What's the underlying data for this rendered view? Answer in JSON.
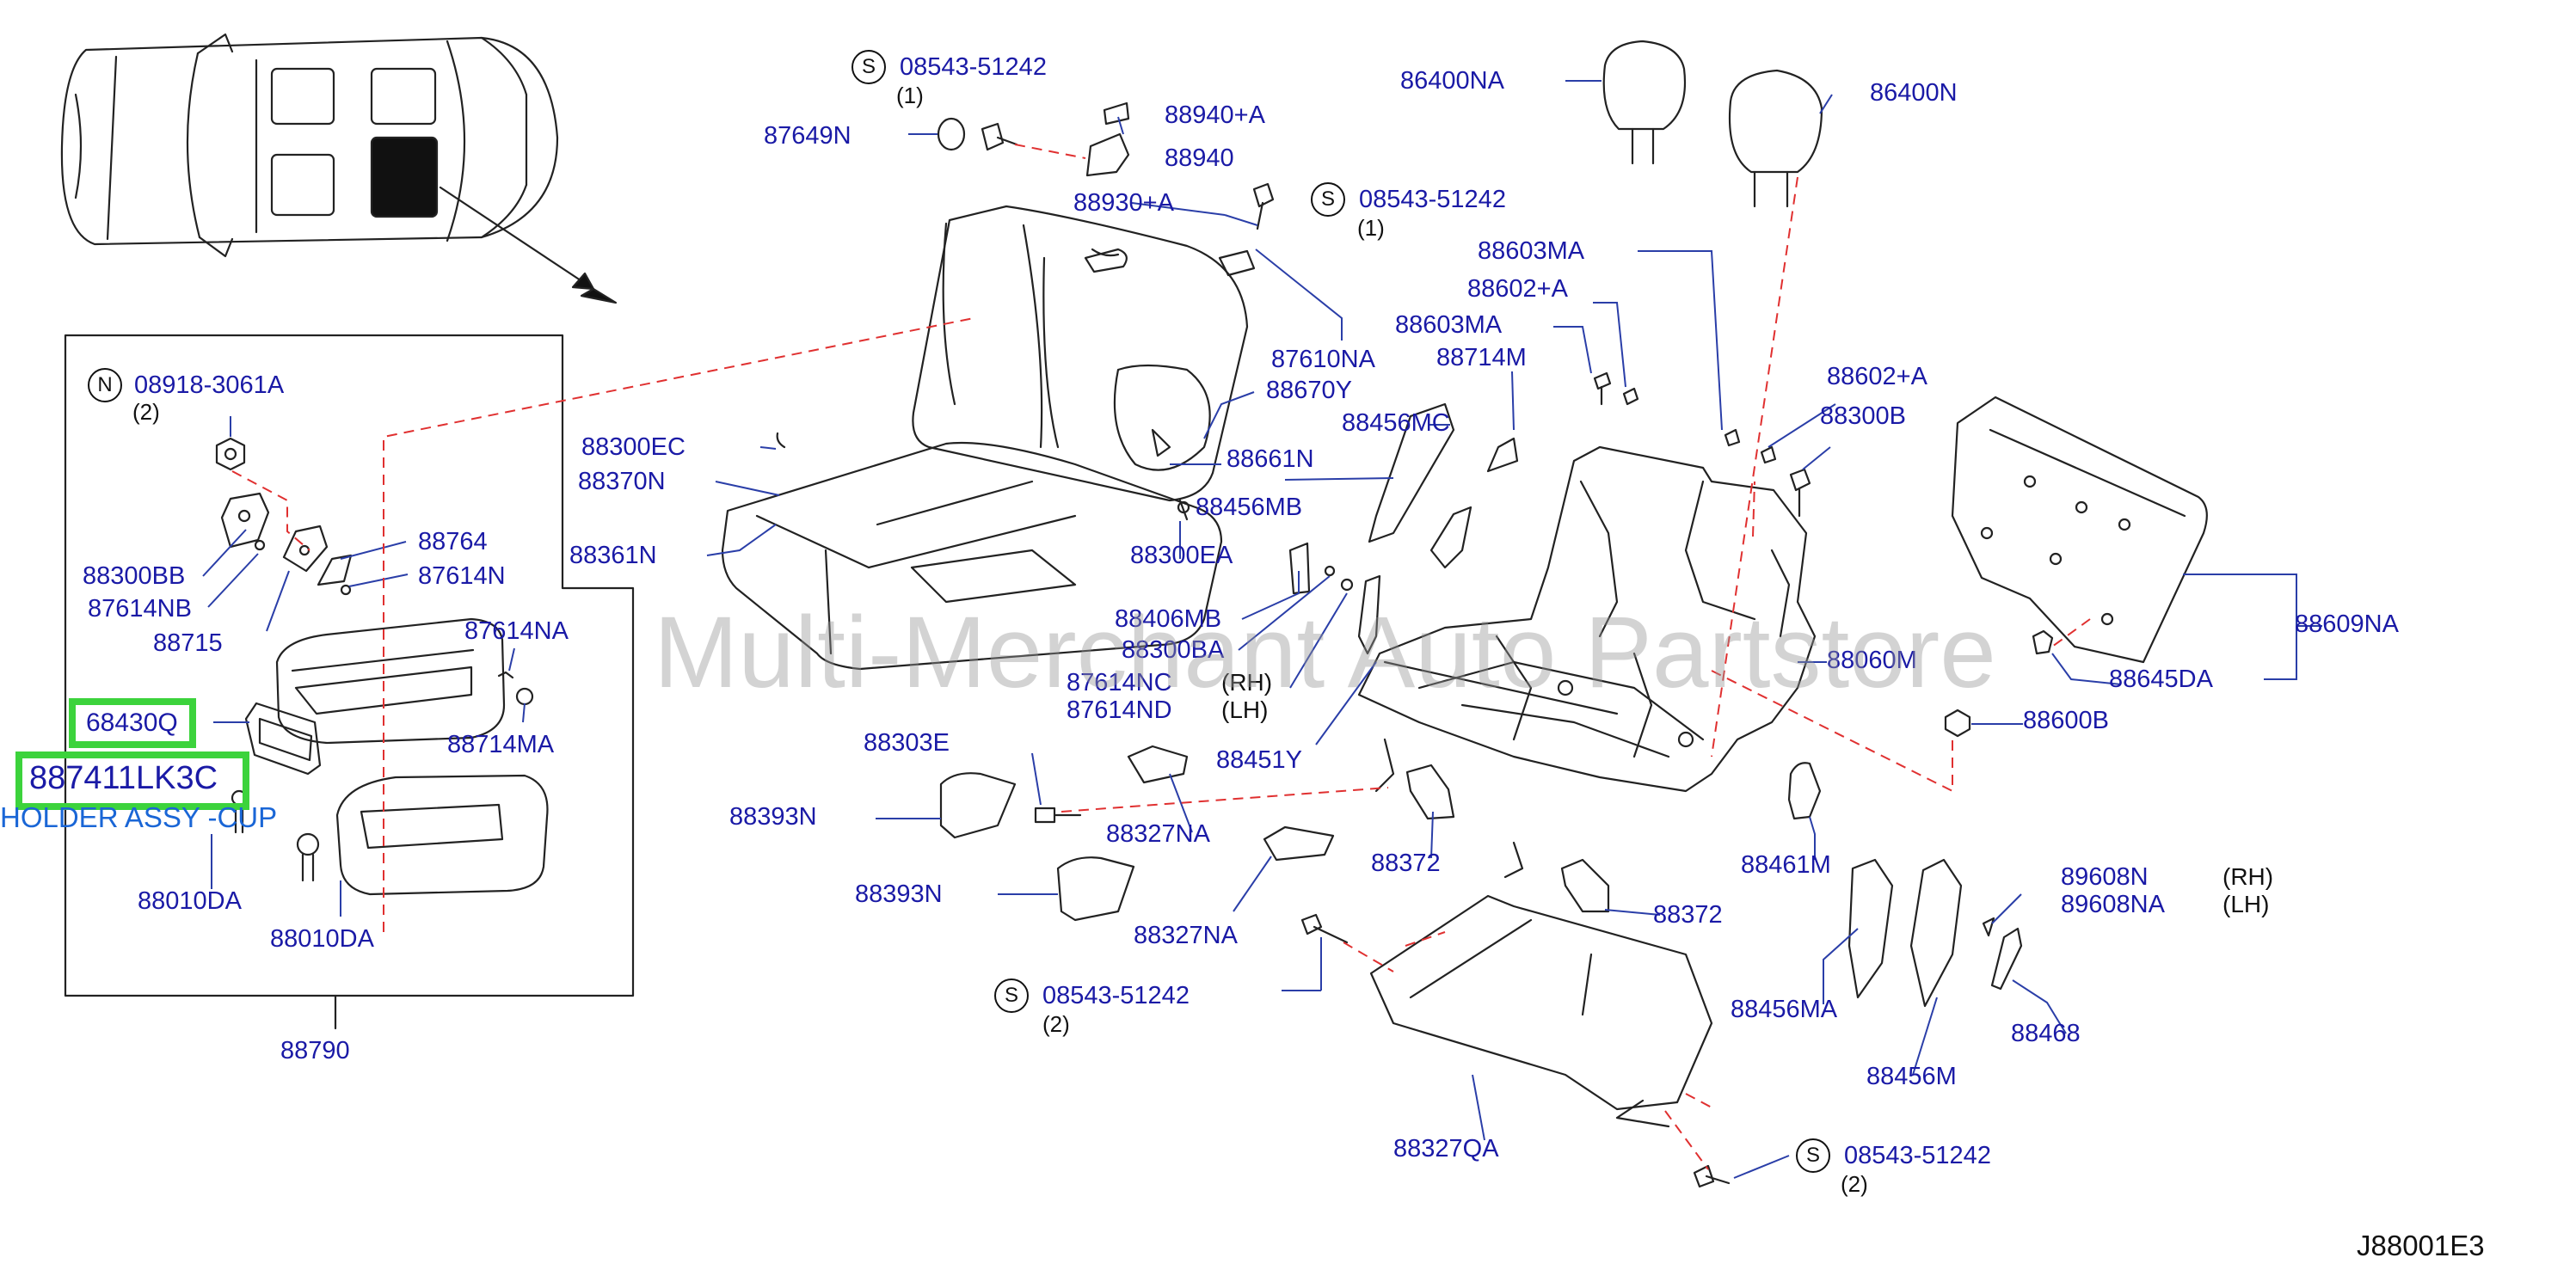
{
  "diagram_code": "J88001E3",
  "watermark": "Multi-Merchant Auto Partstore",
  "highlighted_parts": [
    {
      "part_no": "68430Q"
    },
    {
      "part_no": "887411LK3C",
      "description": "HOLDER ASSY -CUP"
    }
  ],
  "fastener_symbols": {
    "S": "S",
    "N": "N"
  },
  "fasteners": [
    {
      "symbol": "S",
      "part_no": "08543-51242",
      "qty": "(1)"
    },
    {
      "symbol": "S",
      "part_no": "08543-51242",
      "qty": "(1)"
    },
    {
      "symbol": "S",
      "part_no": "08543-51242",
      "qty": "(2)"
    },
    {
      "symbol": "S",
      "part_no": "08543-51242",
      "qty": "(2)"
    },
    {
      "symbol": "N",
      "part_no": "08918-3061A",
      "qty": "(2)"
    }
  ],
  "part_labels": {
    "p87649N": "87649N",
    "p88940A": "88940+A",
    "p88940": "88940",
    "p88930A": "88930+A",
    "p87610NA": "87610NA",
    "p88670Y": "88670Y",
    "p88661N": "88661N",
    "p86400NA": "86400NA",
    "p86400N": "86400N",
    "p88603MA_1": "88603MA",
    "p88602A_1": "88602+A",
    "p88603MA_2": "88603MA",
    "p88714M": "88714M",
    "p88602A_2": "88602+A",
    "p88300B": "88300B",
    "p88609NA": "88609NA",
    "p88645DA": "88645DA",
    "p88600B": "88600B",
    "p88060M": "88060M",
    "p88300EC": "88300EC",
    "p88370N": "88370N",
    "p88361N": "88361N",
    "p88300EA": "88300EA",
    "p88456MB": "88456MB",
    "p88456MC": "88456MC",
    "p88406MB": "88406MB",
    "p88300BA": "88300BA",
    "p87614NC": "87614NC",
    "p87614ND": "87614ND",
    "p88451Y": "88451Y",
    "p88303E": "88303E",
    "p88393N_1": "88393N",
    "p88393N_2": "88393N",
    "p88327NA_1": "88327NA",
    "p88327NA_2": "88327NA",
    "p88372_1": "88372",
    "p88372_2": "88372",
    "p88461M": "88461M",
    "p89608N": "89608N",
    "p89608NA": "89608NA",
    "p88456MA": "88456MA",
    "p88456M": "88456M",
    "p88468": "88468",
    "p88327QA": "88327QA",
    "p88300BB": "88300BB",
    "p87614NB": "87614NB",
    "p88715": "88715",
    "p88764": "88764",
    "p87614N": "87614N",
    "p87614NA": "87614NA",
    "p88714MA": "88714MA",
    "p88010DA_1": "88010DA",
    "p88010DA_2": "88010DA",
    "p88790": "88790"
  },
  "side_notes": {
    "rh_1": "(RH)",
    "lh_1": "(LH)",
    "rh_2": "(RH)",
    "lh_2": "(LH)"
  }
}
